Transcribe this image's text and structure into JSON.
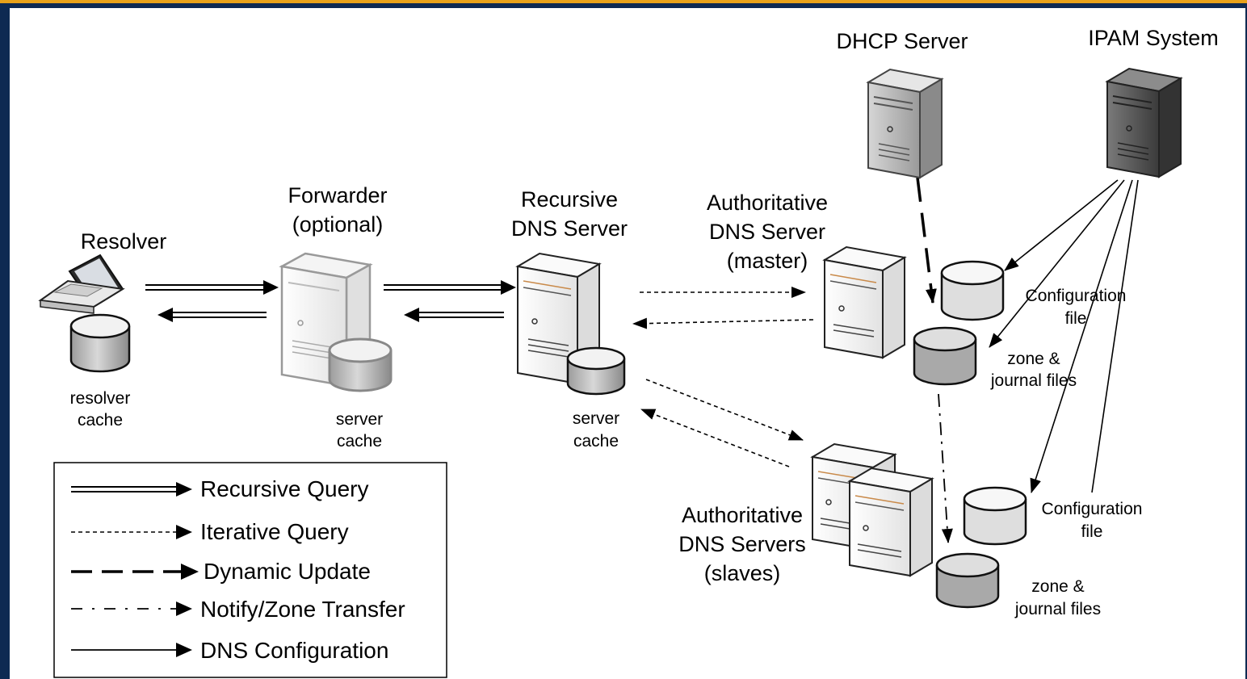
{
  "nodes": {
    "dhcp": "DHCP Server",
    "ipam": "IPAM System",
    "forwarder": [
      "Forwarder",
      "(optional)"
    ],
    "recursive": [
      "Recursive",
      "DNS Server"
    ],
    "resolver": "Resolver",
    "auth_master": [
      "Authoritative",
      "DNS Server",
      "(master)"
    ],
    "auth_slaves": [
      "Authoritative",
      "DNS Servers",
      "(slaves)"
    ]
  },
  "stores": {
    "resolver_cache": [
      "resolver",
      "cache"
    ],
    "forwarder_cache": [
      "server",
      "cache"
    ],
    "recursive_cache": [
      "server",
      "cache"
    ],
    "master_config": [
      "Configuration",
      "file"
    ],
    "master_zone": [
      "zone &",
      "journal files"
    ],
    "slave_config": [
      "Configuration",
      "file"
    ],
    "slave_zone": [
      "zone &",
      "journal files"
    ]
  },
  "legend": [
    {
      "label": "Recursive Query",
      "style": "double"
    },
    {
      "label": "Iterative Query",
      "style": "dotted"
    },
    {
      "label": "Dynamic Update",
      "style": "longdash"
    },
    {
      "label": "Notify/Zone Transfer",
      "style": "dashdot"
    },
    {
      "label": "DNS Configuration",
      "style": "solid"
    }
  ],
  "colors": {
    "border_gold": "#e8a21a",
    "background_navy": "#0e2a52",
    "server_light": "#ffffff",
    "server_gray": "#bdbdbd",
    "server_dark": "#555555"
  }
}
